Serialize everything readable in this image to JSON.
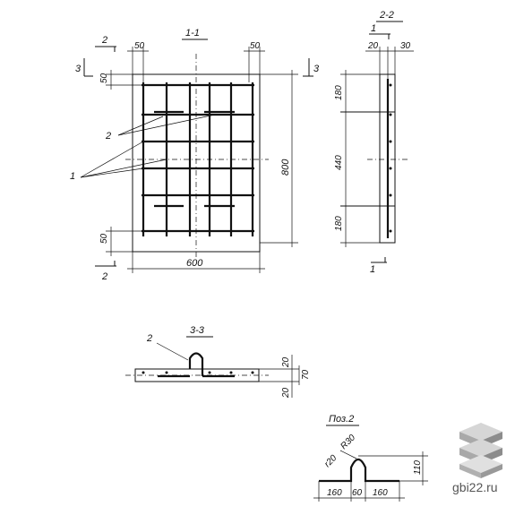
{
  "views": {
    "plan": {
      "title": "1-1",
      "cut_marks": [
        "2",
        "2",
        "3",
        "3"
      ],
      "dims": {
        "top_left": "50",
        "top_right": "50",
        "left_top": "50",
        "left_bottom": "50",
        "width": "600",
        "height": "800"
      },
      "callouts": [
        "2",
        "1"
      ]
    },
    "section": {
      "title": "2-2",
      "cut_marks": [
        "1",
        "1"
      ],
      "dims": {
        "top_a": "20",
        "top_b": "30",
        "seg1": "180",
        "seg2": "440",
        "seg3": "180"
      }
    },
    "section3": {
      "title": "3-3",
      "callout": "2",
      "dims": {
        "d1": "20",
        "d2": "20",
        "d3": "70"
      }
    },
    "pos2": {
      "title": "Поз.2",
      "dims": {
        "r_outer": "R30",
        "r_inner": "r20",
        "height": "110",
        "left": "160",
        "mid": "60",
        "right": "160"
      }
    }
  },
  "watermark": {
    "text": "gbi22.ru"
  }
}
